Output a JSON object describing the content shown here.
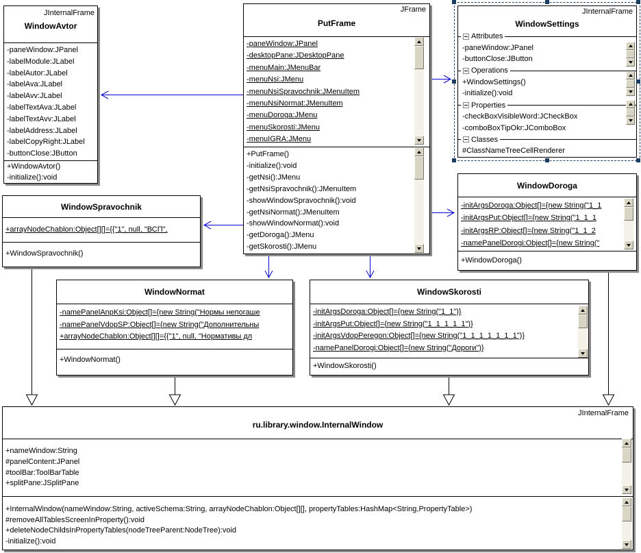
{
  "colors": {
    "dependency_arrow": "#0000cc",
    "inheritance_line": "#000000",
    "selection": "#1c3e63",
    "box_shadow": "#8a8a8a",
    "scrollbar_face": "#d9d5c5"
  },
  "classes": {
    "windowAvtor": {
      "stereotype": "JInternalFrame",
      "name": "WindowAvtor",
      "attributes": [
        "-paneWindow:JPanel",
        "-labelModule:JLabel",
        "-labelAutor:JLabel",
        "-labelAva:JLabel",
        "-labelAvv:JLabel",
        "-labelTextAva:JLabel",
        "-labelTextAvv:JLabel",
        "-labelAddress:JLabel",
        "-labelCopyRight:JLabel",
        "-buttonClose:JButton"
      ],
      "operations": [
        "+WindowAvtor()",
        "-initialize():void"
      ]
    },
    "putFrame": {
      "stereotype": "JFrame",
      "name": "PutFrame",
      "attributes": [
        "-paneWindow:JPanel",
        "-desktopPane:JDesktopPane",
        "-menuMain:JMenuBar",
        "-menuNsi:JMenu",
        "-menuNsiSpravochnik:JMenuItem",
        "-menuNsiNormat:JMenuItem",
        "-menuDoroga:JMenu",
        "-menuSkorosti:JMenu",
        "-menuIGRA:JMenu"
      ],
      "operations": [
        "+PutFrame()",
        "-initialize():void",
        "-getNsi():JMenu",
        "-getNsiSpravochnik():JMenuItem",
        "-showWindowSpravochnik():void",
        "-getNsiNormat():JMenuItem",
        "-showWindowNormat():void",
        "-getDoroga():JMenu",
        "-getSkorosti():JMenu"
      ]
    },
    "windowSettings": {
      "stereotype": "JInternalFrame",
      "name": "WindowSettings",
      "sections": [
        {
          "label": "Attributes",
          "items": [
            "-paneWindow:JPanel",
            "-buttonClose:JButton"
          ]
        },
        {
          "label": "Operations",
          "items": [
            "+WindowSettings()",
            "-initialize():void"
          ]
        },
        {
          "label": "Properties",
          "items": [
            "-checkBoxVisibleWord:JCheckBox",
            "-comboBoxTipOkr:JComboBox"
          ]
        },
        {
          "label": "Classes",
          "items": [
            "#ClassNameTreeCellRenderer"
          ]
        }
      ]
    },
    "windowSpravochnik": {
      "name": "WindowSpravochnik",
      "attributes": [
        "+arrayNodeChablon:Object[][]={{\"1\", null, \"ВСП\","
      ],
      "operations": [
        "+WindowSpravochnik()"
      ]
    },
    "windowDoroga": {
      "name": "WindowDoroga",
      "attributes": [
        "-initArgsDoroga:Object[]={new String(\"1_1",
        "-initArgsPut:Object[]={new String(\"1_1_1",
        "-initArgsRP:Object[]={new String(\"1_1_2",
        "-namePanelDorogi:Object[]={new String(\""
      ],
      "operations": [
        "+WindowDoroga()"
      ]
    },
    "windowNormat": {
      "name": "WindowNormat",
      "attributes": [
        "-namePanelAnpKsi:Object[]={new String(\"Нормы непогаше",
        "-namePanelVdopSP:Object[]={new String(\"Дополнительны",
        "+arrayNodeChablon:Object[][]={{\"1\", null, \"Нормативы дл"
      ],
      "operations": [
        "+WindowNormat()"
      ]
    },
    "windowSkorosti": {
      "name": "WindowSkorosti",
      "attributes": [
        "-initArgsDoroga:Object[]={new String(\"1_1\")}",
        "-initArgsPut:Object[]={new String(\"1_1_1_1_1\")}",
        "-initArgsVdopPeregon:Object[]={new String(\"1_1_1_1_1_1_1\")}",
        "-namePanelDorogi:Object[]={new String(\"Дороги\")}"
      ],
      "operations": [
        "+WindowSkorosti()"
      ]
    },
    "internalWindow": {
      "stereotype": "JInternalFrame",
      "name": "ru.library.window.InternalWindow",
      "attributes": [
        "+nameWindow:String",
        "#panelContent:JPanel",
        "#toolBar:ToolBarTable",
        "+splitPane:JSplitPane"
      ],
      "operations": [
        "+InternalWindow(nameWindow:String, activeSchema:String, arrayNodeChablon:Object[][], propertyTables:HashMap<String,PropertyTable>)",
        "#removeAllTablesScreenInProperty():void",
        "+deleteNodeChildsInPropertyTables(nodeTreeParent:NodeTree):void",
        "-initialize():void"
      ]
    }
  }
}
